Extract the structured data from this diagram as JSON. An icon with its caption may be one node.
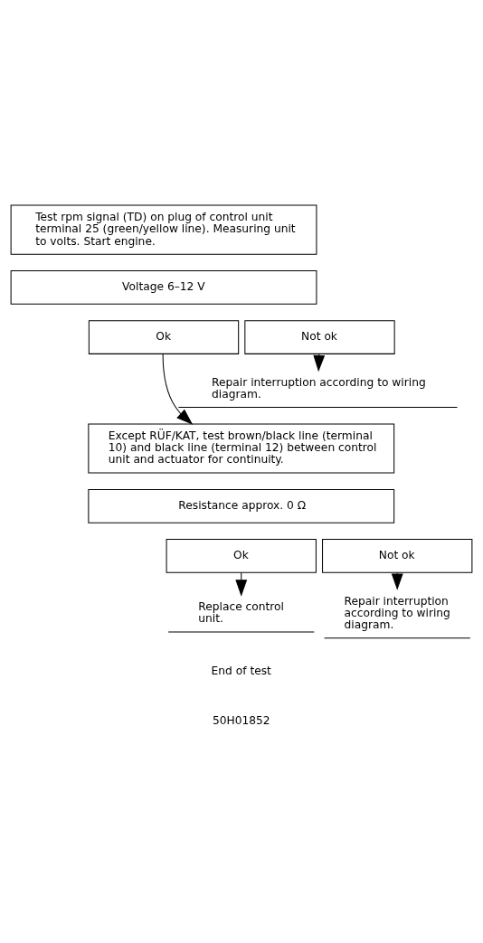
{
  "diagram": {
    "nodes": [
      {
        "text": [
          "Test rpm signal (TD) on plug of control unit terminal 25 (green/yellow line). Measuring unit to volts. Start engine."
        ]
      },
      {
        "text": [
          "Voltage 6–12 V"
        ]
      },
      {
        "text": [
          "Ok"
        ]
      },
      {
        "text": [
          "Not ok"
        ]
      },
      {
        "text": [
          "Repair interruption according to wiring diagram."
        ]
      },
      {
        "text": [
          "Except RÜF/KAT, test brown/black line (terminal 10) and black line (terminal 12) between control unit and actuator for continuity."
        ]
      },
      {
        "text": [
          "Resistance approx. 0 Ω"
        ]
      },
      {
        "text": [
          "Ok"
        ]
      },
      {
        "text": [
          "Not ok"
        ]
      },
      {
        "text": [
          "Replace control unit."
        ]
      },
      {
        "text": [
          "Repair interruption according to wiring diagram."
        ]
      }
    ],
    "edges": [
      {
        "from": 3,
        "to": 4,
        "arrow": "to"
      },
      {
        "from": 2,
        "to": 5,
        "arrow": "to"
      },
      {
        "from": 7,
        "to": 9,
        "arrow": "to"
      },
      {
        "from": 8,
        "to": 10,
        "arrow": "to"
      }
    ],
    "labels": [
      "End of test",
      "50H01852"
    ]
  }
}
